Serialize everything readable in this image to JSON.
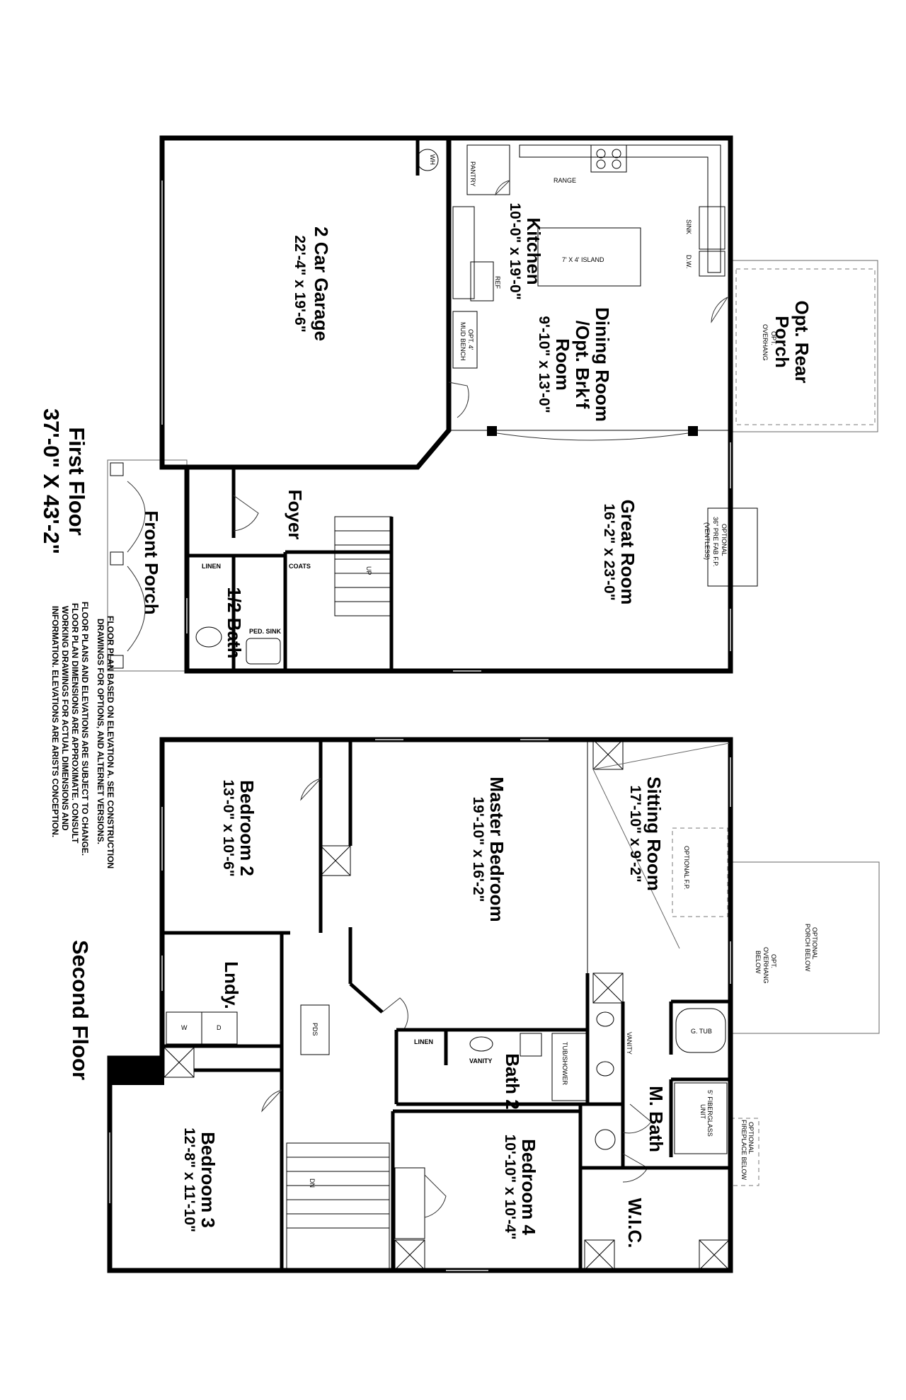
{
  "first_floor": {
    "title": "First Floor",
    "dimensions": "37'-0\" X 43'-2\"",
    "rooms": {
      "garage": {
        "name": "2 Car Garage",
        "dim": "22'-4\" x 19'-6\""
      },
      "kitchen": {
        "name": "Kitchen",
        "dim": "10'-0\" x 19'-0\""
      },
      "dining": {
        "name_1": "Dining Room",
        "name_2": "/Opt. Brk'f",
        "name_3": "Room",
        "dim": "9'-10\" x 13'-0\""
      },
      "great": {
        "name": "Great Room",
        "dim": "16'-2\" x 23'-0\""
      },
      "rear_porch": {
        "name_1": "Opt. Rear",
        "name_2": "Porch"
      },
      "foyer": {
        "name": "Foyer"
      },
      "front_porch": {
        "name": "Front Porch"
      },
      "half_bath": {
        "name": "1/2 Bath"
      }
    },
    "labels": {
      "wh": "WH",
      "pantry": "PANTRY",
      "range": "RANGE",
      "island": "7' X 4' ISLAND",
      "sink": "SINK",
      "dw": "D.W.",
      "ref": "REF",
      "mud_1": "OPT. 4'",
      "mud_2": "MUD BENCH",
      "overhang_1": "OPT.",
      "overhang_2": "OVERHANG",
      "fp_1": "OPTIONAL",
      "fp_2": "36\" PRE FAB F.P.",
      "fp_3": "(VENTLESS)",
      "up": "UP",
      "coats": "COATS",
      "linen": "LINEN",
      "ped_sink": "PED. SINK"
    }
  },
  "second_floor": {
    "title": "Second Floor",
    "rooms": {
      "bed2": {
        "name": "Bedroom 2",
        "dim": "13'-0\" x 10'-6\""
      },
      "master": {
        "name": "Master Bedroom",
        "dim": "19'-10\" x 16'-2\""
      },
      "sitting": {
        "name": "Sitting Room",
        "dim": "17'-10\" x 9'-2\""
      },
      "laundry": {
        "name": "Lndy."
      },
      "bath2": {
        "name": "Bath 2"
      },
      "mbath": {
        "name": "M. Bath"
      },
      "bed4": {
        "name": "Bedroom 4",
        "dim": "10'-10\" x 10'-4\""
      },
      "bed3": {
        "name": "Bedroom 3",
        "dim": "12'-8\" x 11'-10\""
      },
      "wic": {
        "name": "W.I.C."
      }
    },
    "labels": {
      "opt_fp": "OPTIONAL F.P.",
      "porch_below_1": "OPTIONAL",
      "porch_below_2": "PORCH BELOW",
      "overhang_1": "OPT.",
      "overhang_2": "OVERHANG",
      "overhang_3": "BELOW",
      "pds": "PDS",
      "linen": "LINEN",
      "vanity": "VANITY",
      "tub_shower": "TUB/SHOWER",
      "mvanity": "VANITY",
      "gtub": "G. TUB",
      "fiber_1": "5' FIBERGLASS",
      "fiber_2": "UNIT",
      "fp_below_1": "OPTIONAL",
      "fp_below_2": "FIREPLACE BELOW",
      "w": "W",
      "d": "D",
      "dn": "DN"
    }
  },
  "notes": [
    "FLOOR PLAN BASED ON ELEVATION A. SEE CONSTRUCTION",
    "DRAWINGS FOR OPTIONS, AND ALTERNET VERSIONS.",
    "FLOOR PLANS AND ELEVATIONS ARE SUBJECT TO CHANGE.",
    "FLOOR PLAN DIMENSIONS ARE APPROXIMATE. CONSULT",
    "WORKING DRAWINGS FOR ACTUAL DIMENSIONS AND",
    "INFORMATION. ELEVATIONS ARE ARISTS CONCEPTION."
  ]
}
